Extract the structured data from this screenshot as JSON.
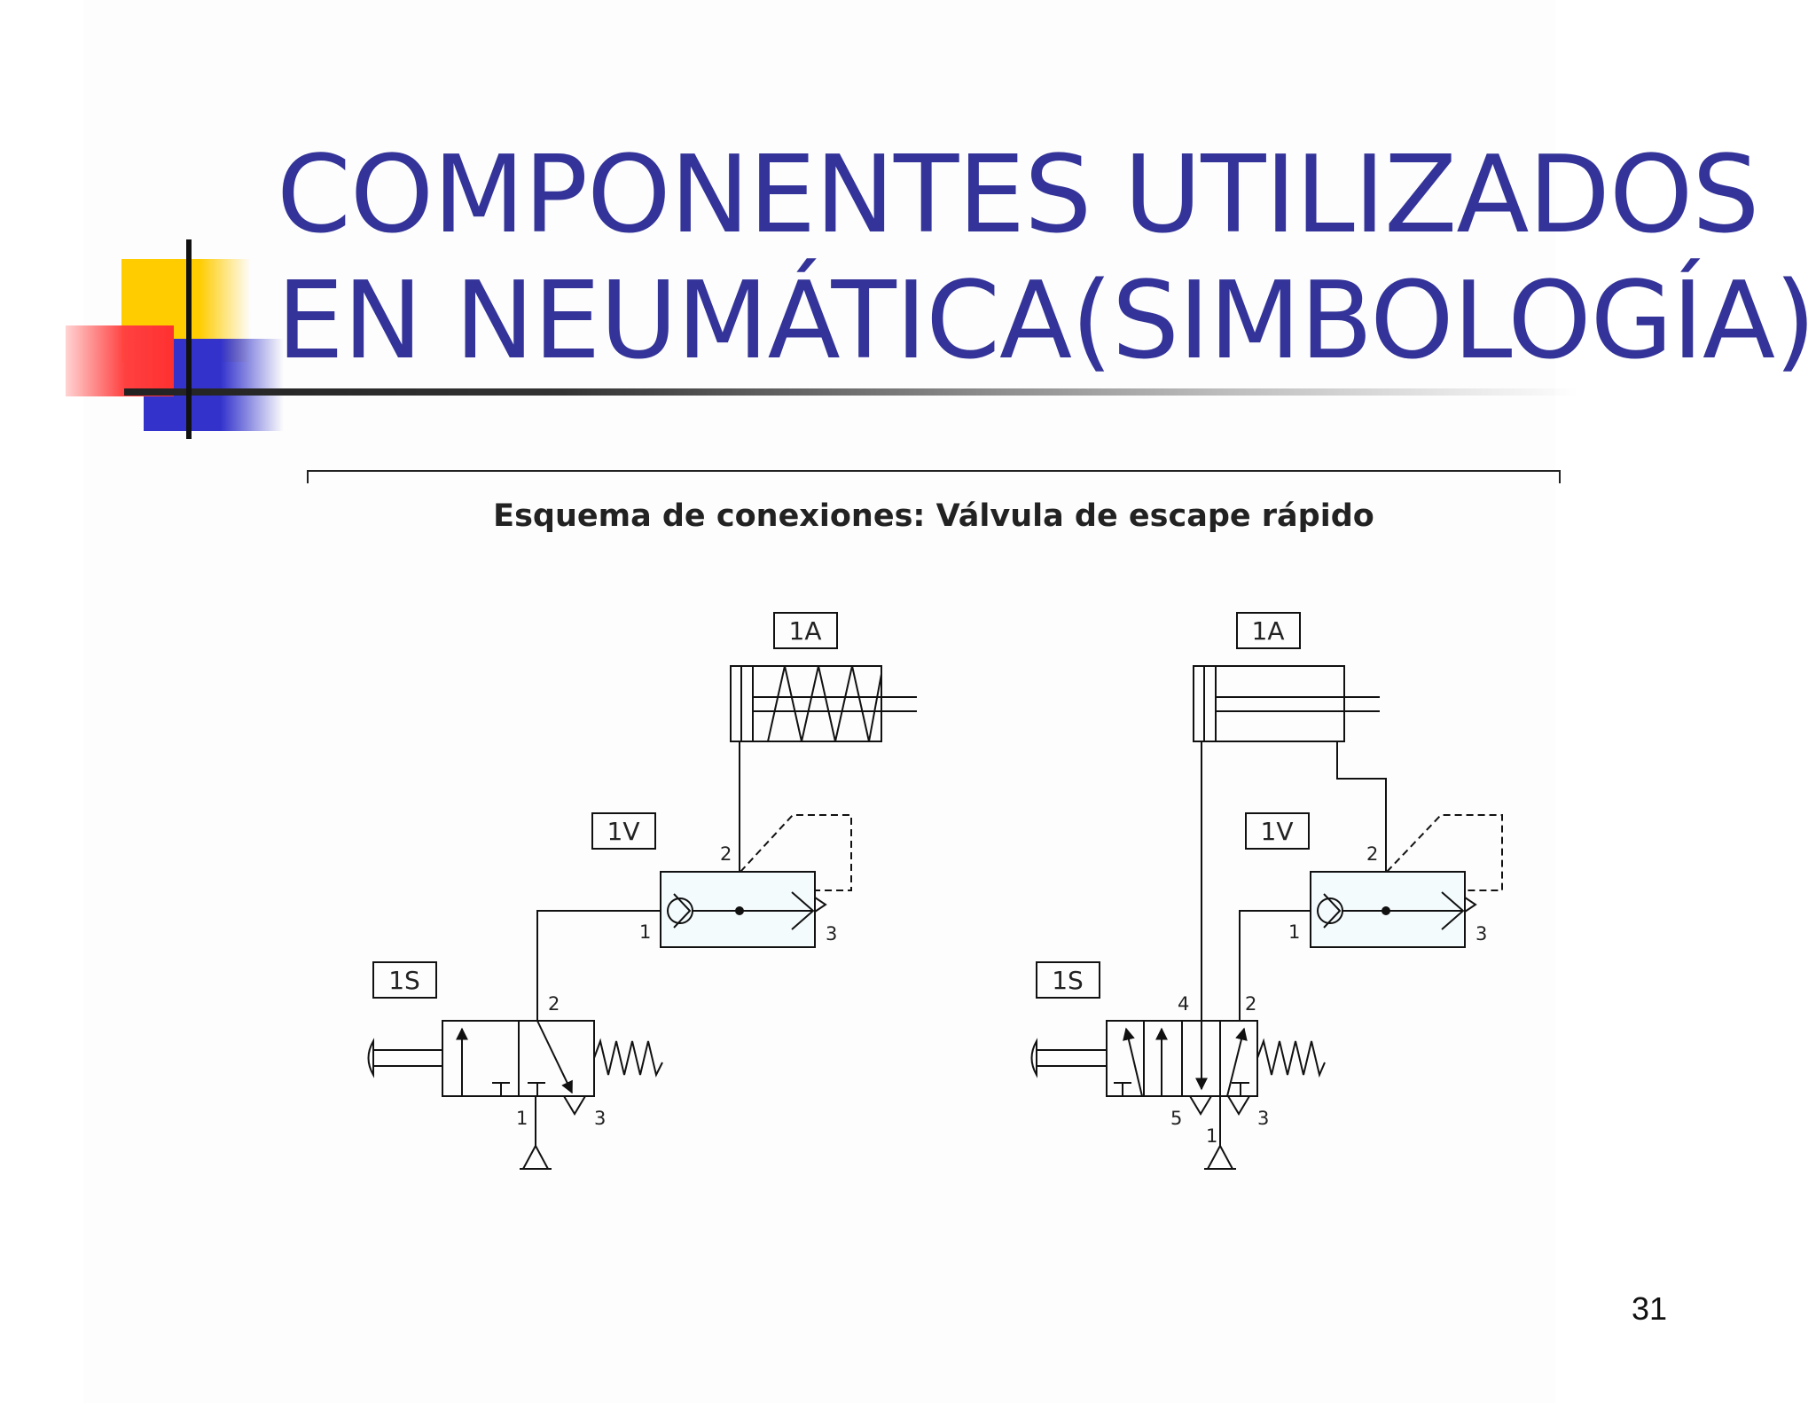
{
  "slide": {
    "title_line1": "COMPONENTES UTILIZADOS",
    "title_line2": "EN NEUMÁTICA(SIMBOLOGÍA)",
    "page_number": "31"
  },
  "figure": {
    "caption": "Esquema de conexiones: Válvula de escape rápido",
    "left_circuit": {
      "cylinder_label": "1A",
      "valve_label": "1V",
      "switch_label": "1S",
      "valve_ports": [
        "2",
        "1",
        "3"
      ],
      "switch_ports": [
        "2",
        "1",
        "3"
      ]
    },
    "right_circuit": {
      "cylinder_label": "1A",
      "valve_label": "1V",
      "switch_label": "1S",
      "valve_ports": [
        "2",
        "1",
        "3"
      ],
      "switch_ports": [
        "4",
        "2",
        "5",
        "1",
        "3"
      ]
    }
  }
}
